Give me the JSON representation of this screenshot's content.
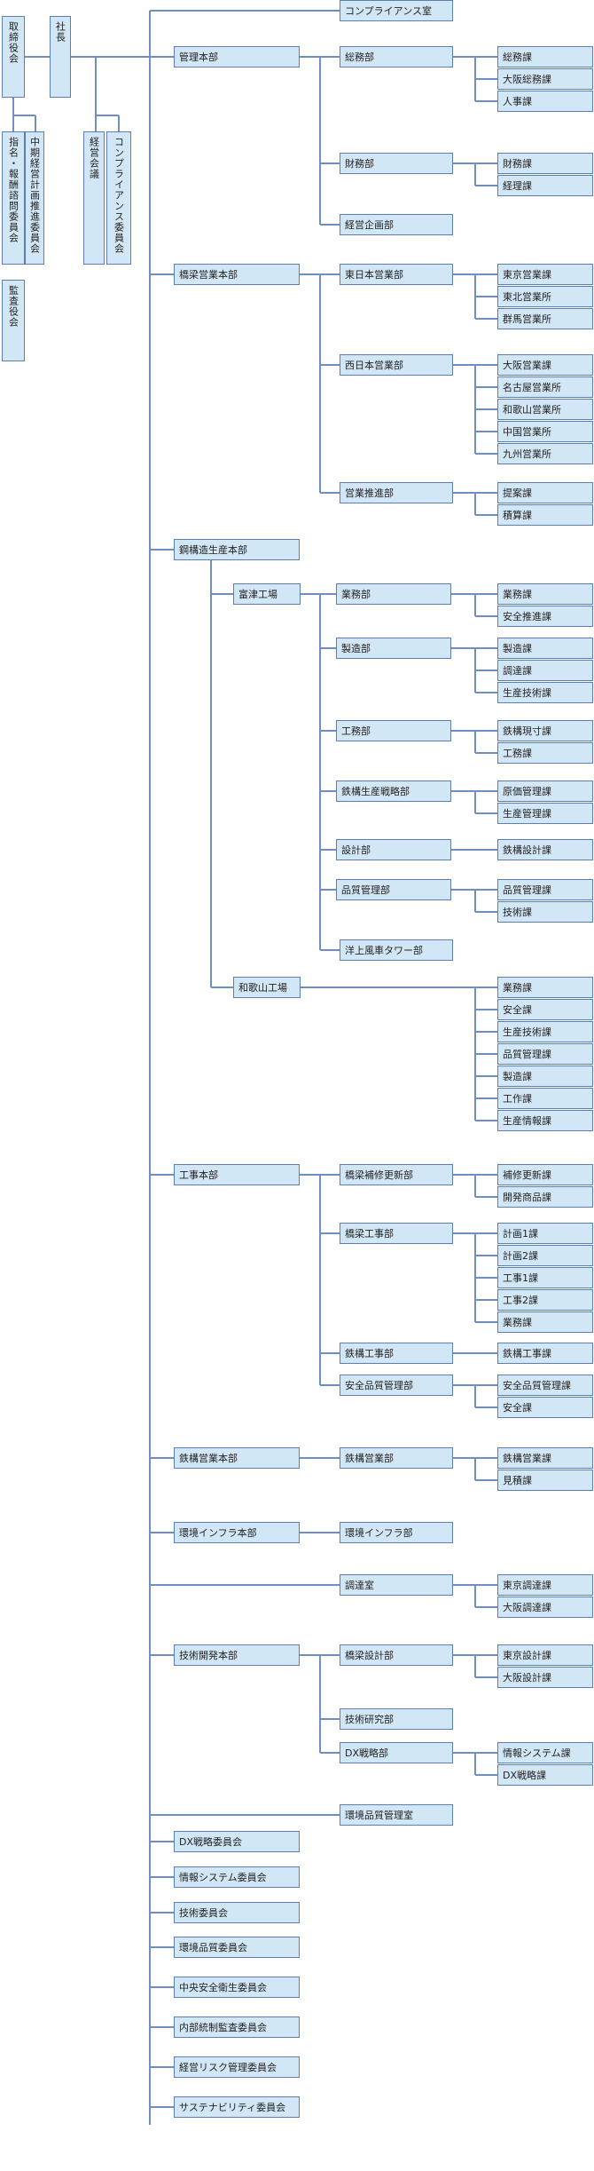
{
  "top": {
    "board": "取締役会",
    "president": "社長",
    "nomination_committee": "指名・報酬諮問委員会",
    "midterm_committee": "中期経営計画推進委員会",
    "mgmt_meeting": "経営会議",
    "compliance_committee": "コンプライアンス委員会",
    "auditors": "監査役会"
  },
  "org": {
    "compliance_office": "コンプライアンス室",
    "admin_hq": {
      "name": "管理本部",
      "general_affairs": {
        "name": "総務部",
        "sections": [
          "総務課",
          "大阪総務課",
          "人事課"
        ]
      },
      "finance": {
        "name": "財務部",
        "sections": [
          "財務課",
          "経理課"
        ]
      },
      "planning": "経営企画部"
    },
    "bridge_sales_hq": {
      "name": "橋梁営業本部",
      "east": {
        "name": "東日本営業部",
        "sections": [
          "東京営業課",
          "東北営業所",
          "群馬営業所"
        ]
      },
      "west": {
        "name": "西日本営業部",
        "sections": [
          "大阪営業課",
          "名古屋営業所",
          "和歌山営業所",
          "中国営業所",
          "九州営業所"
        ]
      },
      "promotion": {
        "name": "営業推進部",
        "sections": [
          "提案課",
          "積算課"
        ]
      }
    },
    "production_hq": {
      "name": "鋼構造生産本部",
      "futtsu": {
        "name": "富津工場",
        "business": {
          "name": "業務部",
          "sections": [
            "業務課",
            "安全推進課"
          ]
        },
        "manufacturing": {
          "name": "製造部",
          "sections": [
            "製造課",
            "調達課",
            "生産技術課"
          ]
        },
        "works": {
          "name": "工務部",
          "sections": [
            "鉄構現寸課",
            "工務課"
          ]
        },
        "strategy": {
          "name": "鉄構生産戦略部",
          "sections": [
            "原価管理課",
            "生産管理課"
          ]
        },
        "design": {
          "name": "設計部",
          "sections": [
            "鉄構設計課"
          ]
        },
        "quality": {
          "name": "品質管理部",
          "sections": [
            "品質管理課",
            "技術課"
          ]
        },
        "wind": "洋上風車タワー部"
      },
      "wakayama": {
        "name": "和歌山工場",
        "sections": [
          "業務課",
          "安全課",
          "生産技術課",
          "品質管理課",
          "製造課",
          "工作課",
          "生産情報課"
        ]
      }
    },
    "construction_hq": {
      "name": "工事本部",
      "bridge_renewal": {
        "name": "橋梁補修更新部",
        "sections": [
          "補修更新課",
          "開発商品課"
        ]
      },
      "bridge_construction": {
        "name": "橋梁工事部",
        "sections": [
          "計画1課",
          "計画2課",
          "工事1課",
          "工事2課",
          "業務課"
        ]
      },
      "steel_construction": {
        "name": "鉄構工事部",
        "sections": [
          "鉄構工事課"
        ]
      },
      "safety_quality": {
        "name": "安全品質管理部",
        "sections": [
          "安全品質管理課",
          "安全課"
        ]
      }
    },
    "steel_sales_hq": {
      "name": "鉄構営業本部",
      "steel_sales": {
        "name": "鉄構営業部",
        "sections": [
          "鉄構営業課",
          "見積課"
        ]
      }
    },
    "infra_hq": {
      "name": "環境インフラ本部",
      "infra": "環境インフラ部"
    },
    "procurement": {
      "name": "調達室",
      "sections": [
        "東京調達課",
        "大阪調達課"
      ]
    },
    "tech_hq": {
      "name": "技術開発本部",
      "bridge_design": {
        "name": "橋梁設計部",
        "sections": [
          "東京設計課",
          "大阪設計課"
        ]
      },
      "research": "技術研究部",
      "dx": {
        "name": "DX戦略部",
        "sections": [
          "情報システム課",
          "DX戦略課"
        ]
      }
    },
    "env_quality_office": "環境品質管理室",
    "committees": [
      "DX戦略委員会",
      "情報システム委員会",
      "技術委員会",
      "環境品質委員会",
      "中央安全衛生委員会",
      "内部統制監査委員会",
      "経営リスク管理委員会",
      "サステナビリティ委員会"
    ]
  },
  "colors": {
    "box_fill": "#d2e7f6",
    "box_border": "#5b7fb4",
    "line": "#6f8fc3"
  }
}
